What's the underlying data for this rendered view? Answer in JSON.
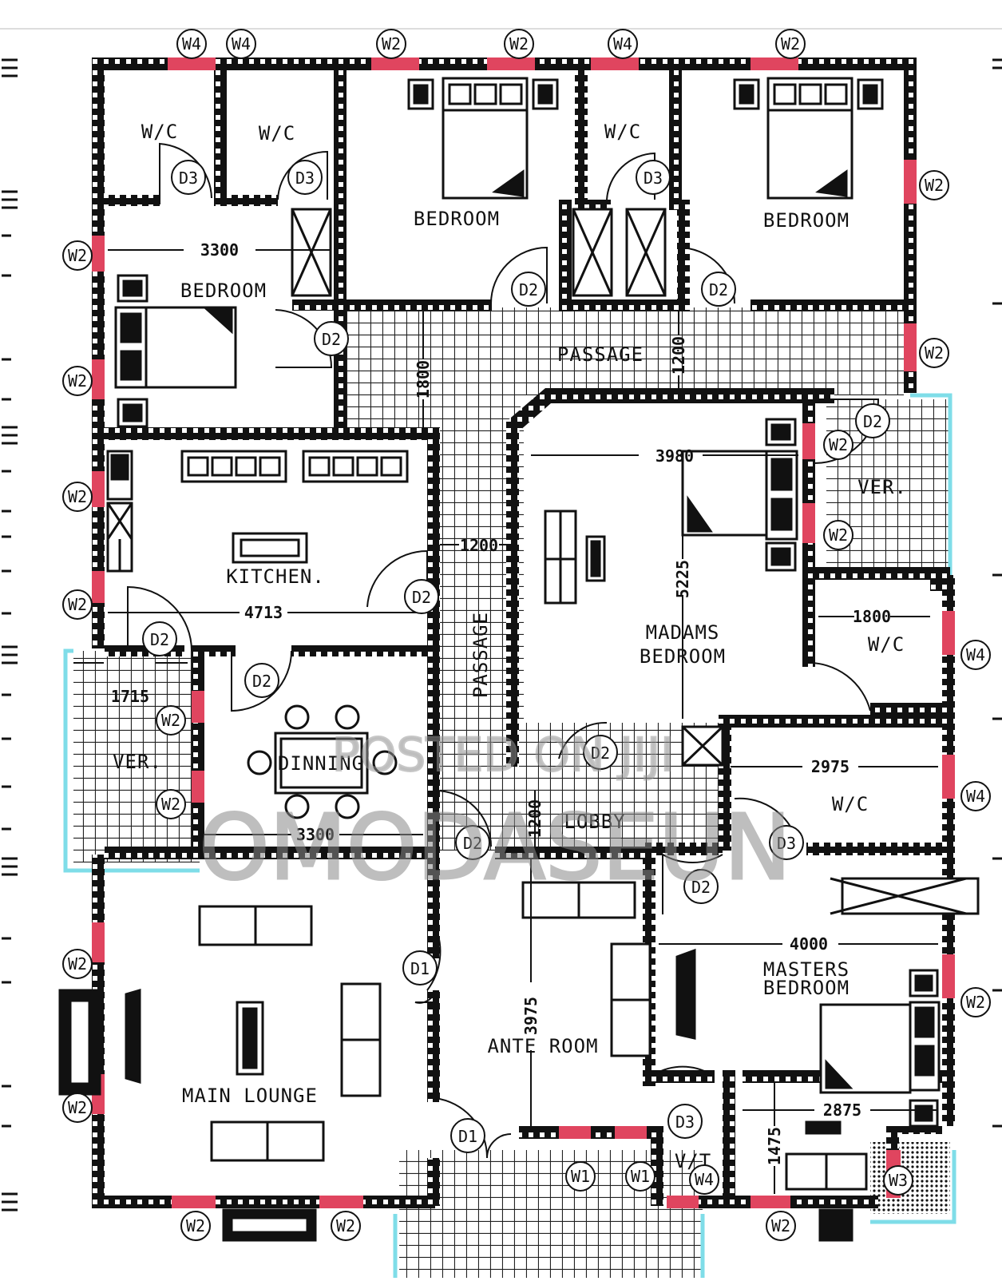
{
  "rooms": {
    "wc_1": "W/C",
    "wc_2": "W/C",
    "wc_3": "W/C",
    "bedroom_top_center": "BEDROOM",
    "bedroom_top_right": "BEDROOM",
    "bedroom_left": "BEDROOM",
    "passage_top": "PASSAGE",
    "passage_vertical": "PASSAGE",
    "kitchen": "KITCHEN.",
    "madams_bedroom_line1": "MADAMS",
    "madams_bedroom_line2": "BEDROOM",
    "ver_right": "VER.",
    "ver_left": "VER.",
    "wc_madams": "W/C",
    "dinning": "DINNING",
    "lobby": "LOBBY",
    "wc_masters": "W/C",
    "masters_line1": "MASTERS",
    "masters_line2": "BEDROOM",
    "main_lounge": "MAIN  LOUNGE",
    "ante_room": "ANTE  ROOM",
    "vt": "V/T"
  },
  "dimensions": {
    "d_3300_top": "3300",
    "d_1800_passage": "1800",
    "d_1200_passage": "1200",
    "d_3980": "3980",
    "d_1200_kitchen": "1200",
    "d_4713": "4713",
    "d_5225": "5225",
    "d_1800_wc": "1800",
    "d_1715": "1715",
    "d_2975": "2975",
    "d_3300_dinning": "3300",
    "d_1200_lobby": "1200",
    "d_4000": "4000",
    "d_3975": "3975",
    "d_2875": "2875",
    "d_1475": "1475"
  },
  "tags": {
    "w4_a": "W4",
    "w4_b": "W4",
    "w2_a": "W2",
    "w2_b": "W2",
    "w4_c": "W4",
    "w2_c": "W2",
    "w2_r1": "W2",
    "w2_r2": "W2",
    "w4_r3": "W4",
    "w4_r4": "W4",
    "w2_r5": "W2",
    "w2_l1": "W2",
    "w2_l2": "W2",
    "w2_l3": "W2",
    "w2_l4": "W2",
    "w2_l5": "W2",
    "w2_l6": "W2",
    "w2_ver1": "W2",
    "w2_ver2": "W2",
    "w2_madams1": "W2",
    "w2_madams2": "W2",
    "w2_b1": "W2",
    "w2_b2": "W2",
    "w2_b3": "W2",
    "w1_a": "W1",
    "w1_b": "W1",
    "w3": "W3",
    "w4_vt": "W4",
    "d3_a": "D3",
    "d3_b": "D3",
    "d3_c": "D3",
    "d3_wc": "D3",
    "d3_master": "D3",
    "d2_bed1": "D2",
    "d2_bed2": "D2",
    "d2_bed3": "D2",
    "d2_ver": "D2",
    "d2_kitchen": "D2",
    "d2_k1": "D2",
    "d2_k2": "D2",
    "d2_madams": "D2",
    "d2_lobby": "D2",
    "d2_master": "D2",
    "d1_a": "D1",
    "d1_b": "D1"
  },
  "watermark": {
    "line1": "POSTED ON JIJI",
    "line2": "OMODASEUN"
  },
  "colors": {
    "wall": "#111111",
    "window": "#e0455f",
    "veranda_outline": "#7fdde8",
    "tile": "#222222"
  }
}
